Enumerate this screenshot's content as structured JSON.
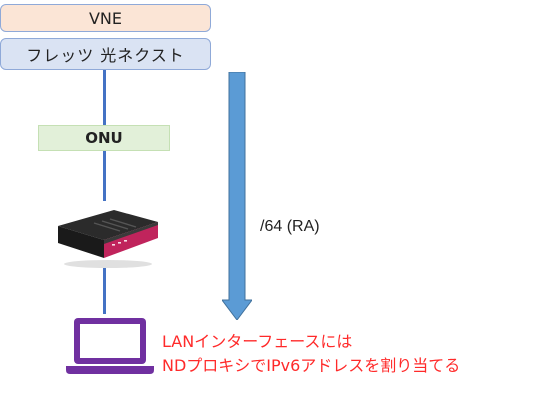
{
  "nodes": {
    "vne": "VNE",
    "flets": "フレッツ 光ネクスト",
    "onu": "ONU"
  },
  "arrow_label": "/64 (RA)",
  "note": {
    "line1": "LANインターフェースには",
    "line2": "NDプロキシでIPv6アドレスを割り当てる"
  },
  "colors": {
    "line": "#4472c4",
    "arrow": "#5b9bd5",
    "note_text": "#ff2a2a",
    "laptop": "#7030a0",
    "router_accent": "#c0245c"
  },
  "icons": {
    "router": "router-icon",
    "laptop": "laptop-icon"
  }
}
